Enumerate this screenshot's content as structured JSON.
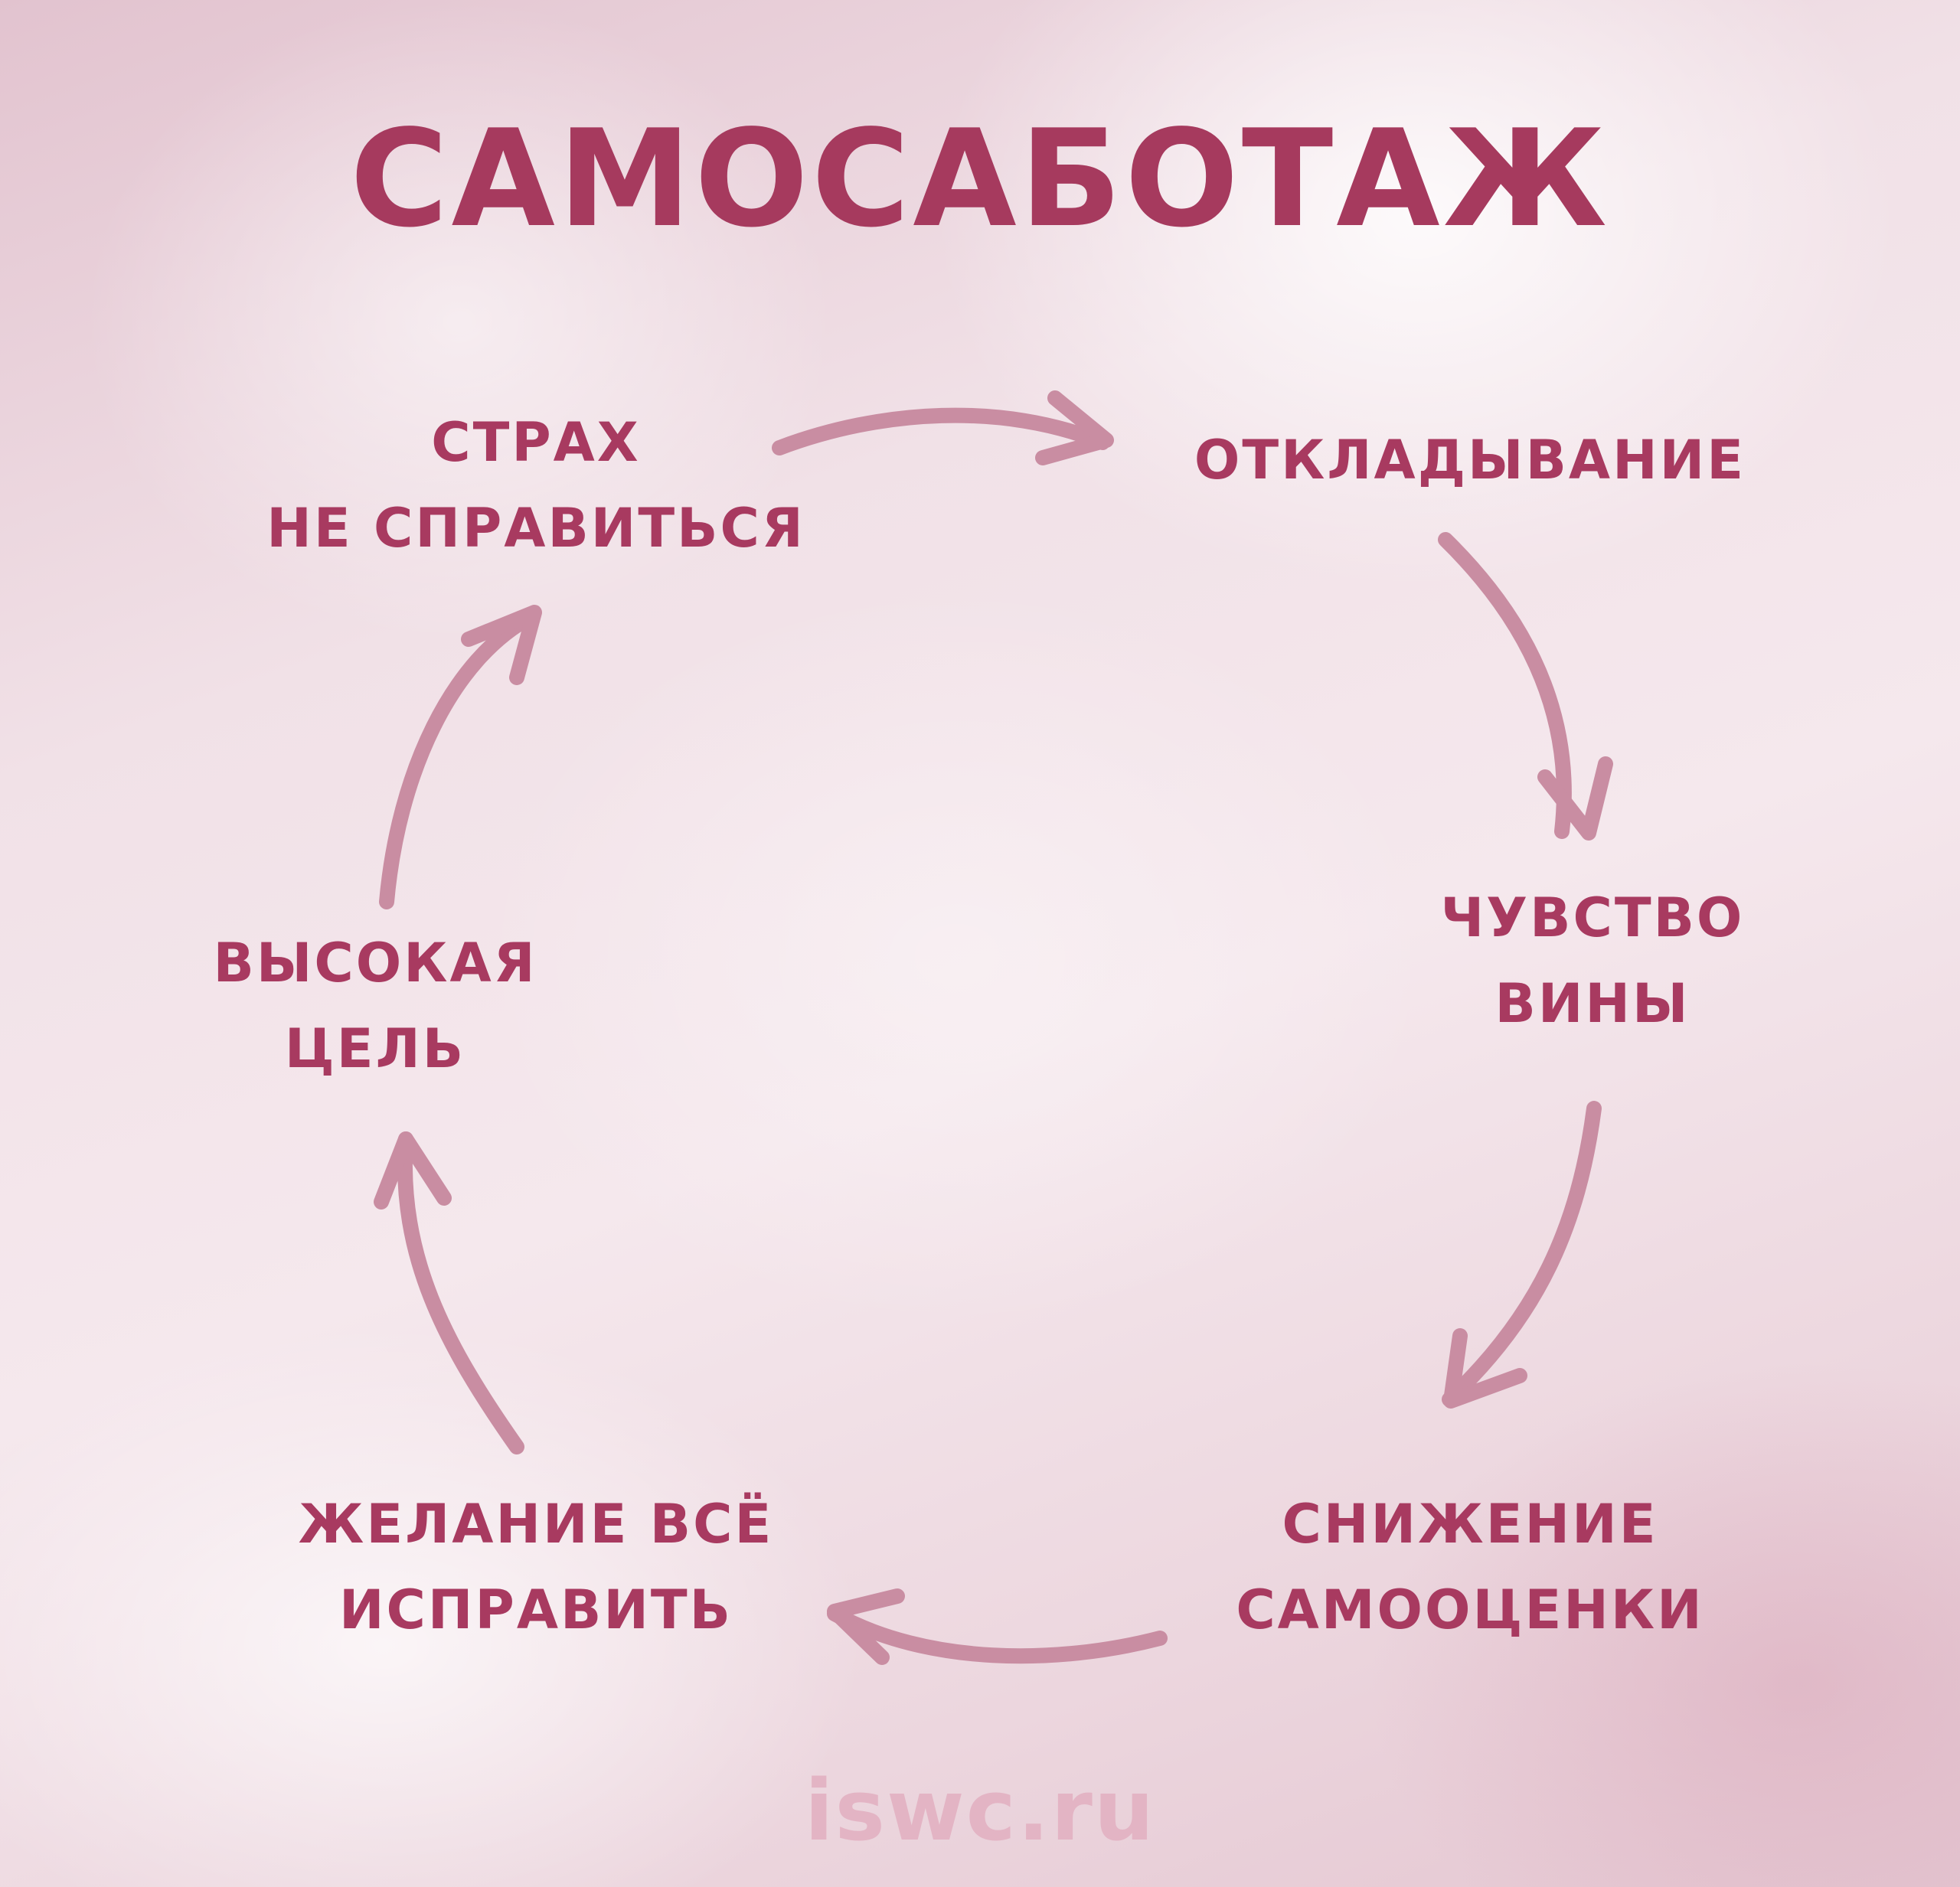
{
  "title": "САМОСАБОТАЖ",
  "nodes": {
    "fear": {
      "line1": "СТРАХ",
      "line2": "НЕ СПРАВИТЬСЯ"
    },
    "procrastination": {
      "line1": "ОТКЛАДЫВАНИЕ"
    },
    "guilt": {
      "line1": "ЧУВСТВО",
      "line2": "ВИНЫ"
    },
    "self_esteem": {
      "line1": "СНИЖЕНИЕ",
      "line2": "САМООЦЕНКИ"
    },
    "wish": {
      "line1": "ЖЕЛАНИЕ ВСЁ",
      "line2": "ИСПРАВИТЬ"
    },
    "goal": {
      "line1": "ВЫСОКАЯ",
      "line2": "ЦЕЛЬ"
    }
  },
  "footer": "iswc.ru",
  "colors": {
    "text": "#a83a60",
    "arrow": "#c98da2",
    "footer": "#e3b4c4"
  }
}
